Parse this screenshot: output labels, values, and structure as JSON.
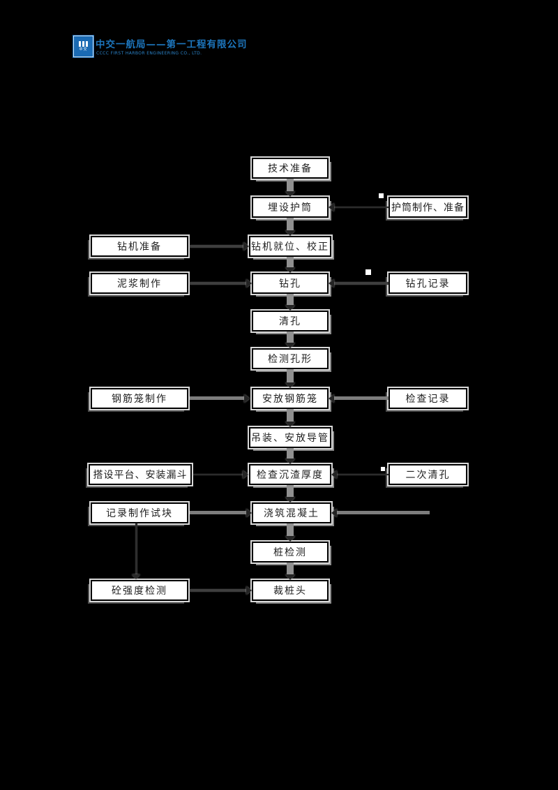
{
  "colors": {
    "page_background": "#000000",
    "box_fill": "#ffffff",
    "box_border": "#000000",
    "connector_gray": "#909090",
    "connector_dark": "#3e3e3e",
    "brand_blue": "#1d76bd",
    "logo_blue": "#1a6ab3"
  },
  "header": {
    "logo_label": "中交",
    "company_name": "中交一航局——第一工程有限公司",
    "company_name_en": "CCCC FIRST HARBOR ENGINEERING CO., LTD."
  },
  "flowchart": {
    "center_steps": [
      "技术准备",
      "埋设护筒",
      "钻机就位、校正",
      "钻孔",
      "清孔",
      "检测孔形",
      "安放钢筋笼",
      "吊装、安放导管",
      "检查沉渣厚度",
      "浇筑混凝土",
      "桩检测",
      "裁桩头"
    ],
    "left_boxes": [
      "钻机准备",
      "泥浆制作",
      "钢筋笼制作",
      "搭设平台、安装漏斗",
      "记录制作试块",
      "砼强度检测"
    ],
    "right_boxes": [
      "护筒制作、准备",
      "钻孔记录",
      "检查记录",
      "二次清孔"
    ]
  }
}
